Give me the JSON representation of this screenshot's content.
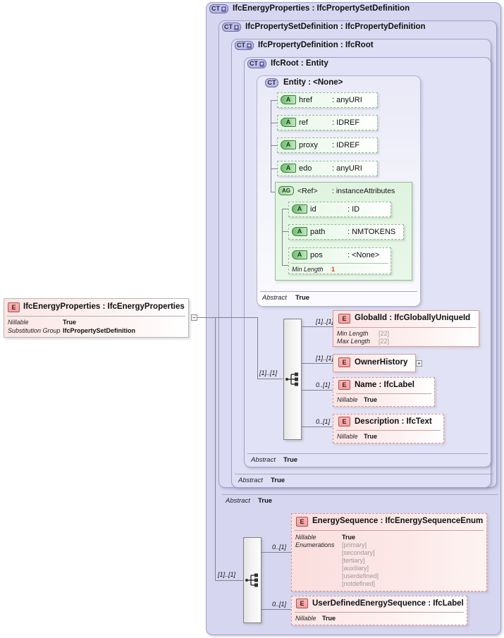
{
  "diagram": {
    "kind": "xsd-schema-diagram",
    "root_element": {
      "badge": "E",
      "title": "IfcEnergyProperties : IfcEnergyProperties",
      "name": "IfcEnergyProperties",
      "type": "IfcEnergyProperties",
      "properties": [
        {
          "key": "Nillable",
          "value": "True"
        },
        {
          "key": "Substitution Group",
          "value": "IfcPropertySetDefinition"
        }
      ],
      "toggle": "–"
    },
    "complex_types": [
      {
        "badge": "CT",
        "expand": "+",
        "title": "IfcEnergyProperties : IfcPropertySetDefinition",
        "abstract_key": "Abstract",
        "abstract_value": "True"
      },
      {
        "badge": "CT",
        "expand": "+",
        "title": "IfcPropertySetDefinition : IfcPropertyDefinition",
        "abstract_key": "Abstract",
        "abstract_value": "True"
      },
      {
        "badge": "CT",
        "expand": "+",
        "title": "IfcPropertyDefinition : IfcRoot",
        "abstract_key": "Abstract",
        "abstract_value": "True"
      },
      {
        "badge": "CT",
        "expand": "+",
        "title": "IfcRoot : Entity",
        "abstract_key": "Abstract",
        "abstract_value": "True"
      },
      {
        "badge": "CT",
        "expand": "",
        "title": "Entity : <None>",
        "abstract_key": "",
        "abstract_value": ""
      }
    ],
    "entity_title": {
      "badge": "CT",
      "name": "Entity",
      "type": ": <None>"
    },
    "attributes": [
      {
        "badge": "A",
        "name": "href",
        "type": ": anyURI"
      },
      {
        "badge": "A",
        "name": "ref",
        "type": ": IDREF"
      },
      {
        "badge": "A",
        "name": "proxy",
        "type": ": IDREF"
      },
      {
        "badge": "A",
        "name": "edo",
        "type": ": anyURI"
      }
    ],
    "attribute_group": {
      "badge": "AG",
      "name": "<Ref>",
      "type": ": instanceAttributes",
      "attributes": [
        {
          "badge": "A",
          "name": "id",
          "type": ": ID",
          "facets": []
        },
        {
          "badge": "A",
          "name": "path",
          "type": ": NMTOKENS",
          "facets": []
        },
        {
          "badge": "A",
          "name": "pos",
          "type": ": <None>",
          "facets": [
            {
              "key": "Min Length",
              "value": "1",
              "style": "red"
            }
          ]
        }
      ]
    },
    "ifcroot_sequence": {
      "compositor": "sequence",
      "cardinality_in": "[1]..[1]",
      "elements": [
        {
          "badge": "E",
          "title": "GlobalId : IfcGloballyUniqueId",
          "name": "GlobalId",
          "type": "IfcGloballyUniqueId",
          "cardinality": "[1]..[1]",
          "border": "solid",
          "expand": "",
          "properties": [
            {
              "key": "Min Length",
              "value": "[22]",
              "style": "dim"
            },
            {
              "key": "Max Length",
              "value": "[22]",
              "style": "dim"
            }
          ]
        },
        {
          "badge": "E",
          "title": "OwnerHistory",
          "name": "OwnerHistory",
          "type": "",
          "cardinality": "[1]..[1]",
          "border": "solid",
          "expand": "+",
          "properties": []
        },
        {
          "badge": "E",
          "title": "Name : IfcLabel",
          "name": "Name",
          "type": "IfcLabel",
          "cardinality": "0..[1]",
          "border": "dashed",
          "expand": "",
          "properties": [
            {
              "key": "Nillable",
              "value": "True",
              "style": "bold"
            }
          ]
        },
        {
          "badge": "E",
          "title": "Description : IfcText",
          "name": "Description",
          "type": "IfcText",
          "cardinality": "0..[1]",
          "border": "dashed",
          "expand": "",
          "properties": [
            {
              "key": "Nillable",
              "value": "True",
              "style": "bold"
            }
          ]
        }
      ]
    },
    "energy_sequence": {
      "compositor": "sequence",
      "cardinality_in": "[1]..[1]",
      "elements": [
        {
          "badge": "E",
          "title": "EnergySequence : IfcEnergySequenceEnum",
          "name": "EnergySequence",
          "type": "IfcEnergySequenceEnum",
          "cardinality": "0..[1]",
          "border": "dashed",
          "expand": "",
          "properties": [
            {
              "key": "Nillable",
              "value": "True",
              "style": "bold"
            }
          ],
          "enumerations_key": "Enumerations",
          "enumerations": [
            "[primary]",
            "[secondary]",
            "[tertiary]",
            "[auxiliary]",
            "[userdefined]",
            "[notdefined]"
          ]
        },
        {
          "badge": "E",
          "title": "UserDefinedEnergySequence : IfcLabel",
          "name": "UserDefinedEnergySequence",
          "type": "IfcLabel",
          "cardinality": "0..[1]",
          "border": "dashed",
          "expand": "",
          "properties": [
            {
              "key": "Nillable",
              "value": "True",
              "style": "bold"
            }
          ],
          "enumerations": []
        }
      ]
    },
    "colors": {
      "container": "#d6d6f0",
      "container_border": "#a0a0c8",
      "attribute_fill": "#e6f7e6",
      "attribute_border": "#8fbf8f",
      "element_fill": "#fbe4e4",
      "element_border": "#d09a9a",
      "connector": "#808090",
      "facet_red": "#e04010"
    }
  }
}
